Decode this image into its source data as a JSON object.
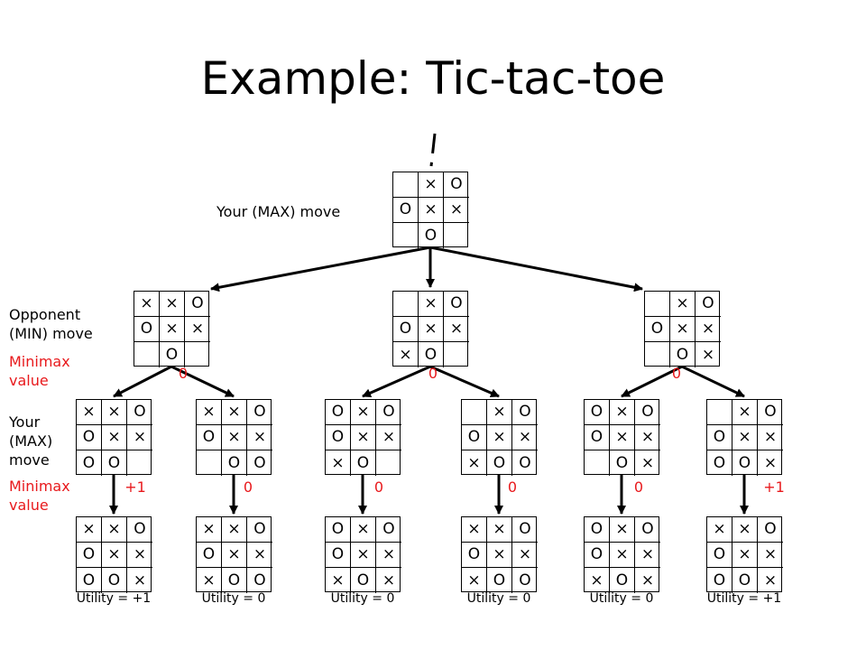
{
  "title": "Example: Tic-tac-toe",
  "labels": {
    "max_move_top": "Your (MAX) move",
    "opponent_move": [
      "Opponent",
      "(MIN) move"
    ],
    "minimax_value_1": [
      "Minimax",
      "value"
    ],
    "your_max_move": [
      "Your",
      "(MAX)",
      "move"
    ],
    "minimax_value_2": [
      "Minimax",
      "value"
    ]
  },
  "colors": {
    "accent": "#e8191c",
    "lines": "#000000"
  },
  "boards": {
    "root": [
      "",
      "×",
      "O",
      "O",
      "×",
      "×",
      "",
      "O",
      ""
    ],
    "level1": [
      [
        "×",
        "×",
        "O",
        "O",
        "×",
        "×",
        "",
        "O",
        ""
      ],
      [
        "",
        "×",
        "O",
        "O",
        "×",
        "×",
        "×",
        "O",
        ""
      ],
      [
        "",
        "×",
        "O",
        "O",
        "×",
        "×",
        "",
        "O",
        "×"
      ]
    ],
    "level2": [
      [
        "×",
        "×",
        "O",
        "O",
        "×",
        "×",
        "O",
        "O",
        ""
      ],
      [
        "×",
        "×",
        "O",
        "O",
        "×",
        "×",
        "",
        "O",
        "O"
      ],
      [
        "O",
        "×",
        "O",
        "O",
        "×",
        "×",
        "×",
        "O",
        ""
      ],
      [
        "",
        "×",
        "O",
        "O",
        "×",
        "×",
        "×",
        "O",
        "O"
      ],
      [
        "O",
        "×",
        "O",
        "O",
        "×",
        "×",
        "",
        "O",
        "×"
      ],
      [
        "",
        "×",
        "O",
        "O",
        "×",
        "×",
        "O",
        "O",
        "×"
      ]
    ],
    "level3": [
      [
        "×",
        "×",
        "O",
        "O",
        "×",
        "×",
        "O",
        "O",
        "×"
      ],
      [
        "×",
        "×",
        "O",
        "O",
        "×",
        "×",
        "×",
        "O",
        "O"
      ],
      [
        "O",
        "×",
        "O",
        "O",
        "×",
        "×",
        "×",
        "O",
        "×"
      ],
      [
        "×",
        "×",
        "O",
        "O",
        "×",
        "×",
        "×",
        "O",
        "O"
      ],
      [
        "O",
        "×",
        "O",
        "O",
        "×",
        "×",
        "×",
        "O",
        "×"
      ],
      [
        "×",
        "×",
        "O",
        "O",
        "×",
        "×",
        "O",
        "O",
        "×"
      ]
    ]
  },
  "minimax_level1": [
    "0",
    "0",
    "0"
  ],
  "minimax_level2": [
    "+1",
    "0",
    "0",
    "0",
    "0",
    "+1"
  ],
  "utilities": [
    "Utility = +1",
    "Utility = 0",
    "Utility = 0",
    "Utility = 0",
    "Utility = 0",
    "Utility = +1"
  ]
}
